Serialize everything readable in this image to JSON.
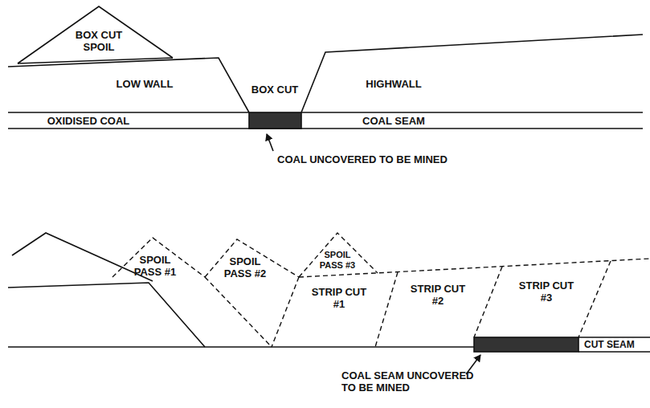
{
  "diagram": {
    "labels": [
      "BOX CUT SPOIL",
      "LOW WALL",
      "BOX CUT",
      "HIGHWALL",
      "OXIDISED COAL",
      "COAL SEAM",
      "COAL UNCOVERED TO BE MINED",
      "SPOIL PASS #1",
      "SPOIL PASS #2",
      "SPOIL PASS #3",
      "STRIP CUT #1",
      "STRIP CUT #2",
      "STRIP CUT #3",
      "CUT SEAM",
      "COAL SEAM UNCOVERED TO BE MINED"
    ]
  }
}
